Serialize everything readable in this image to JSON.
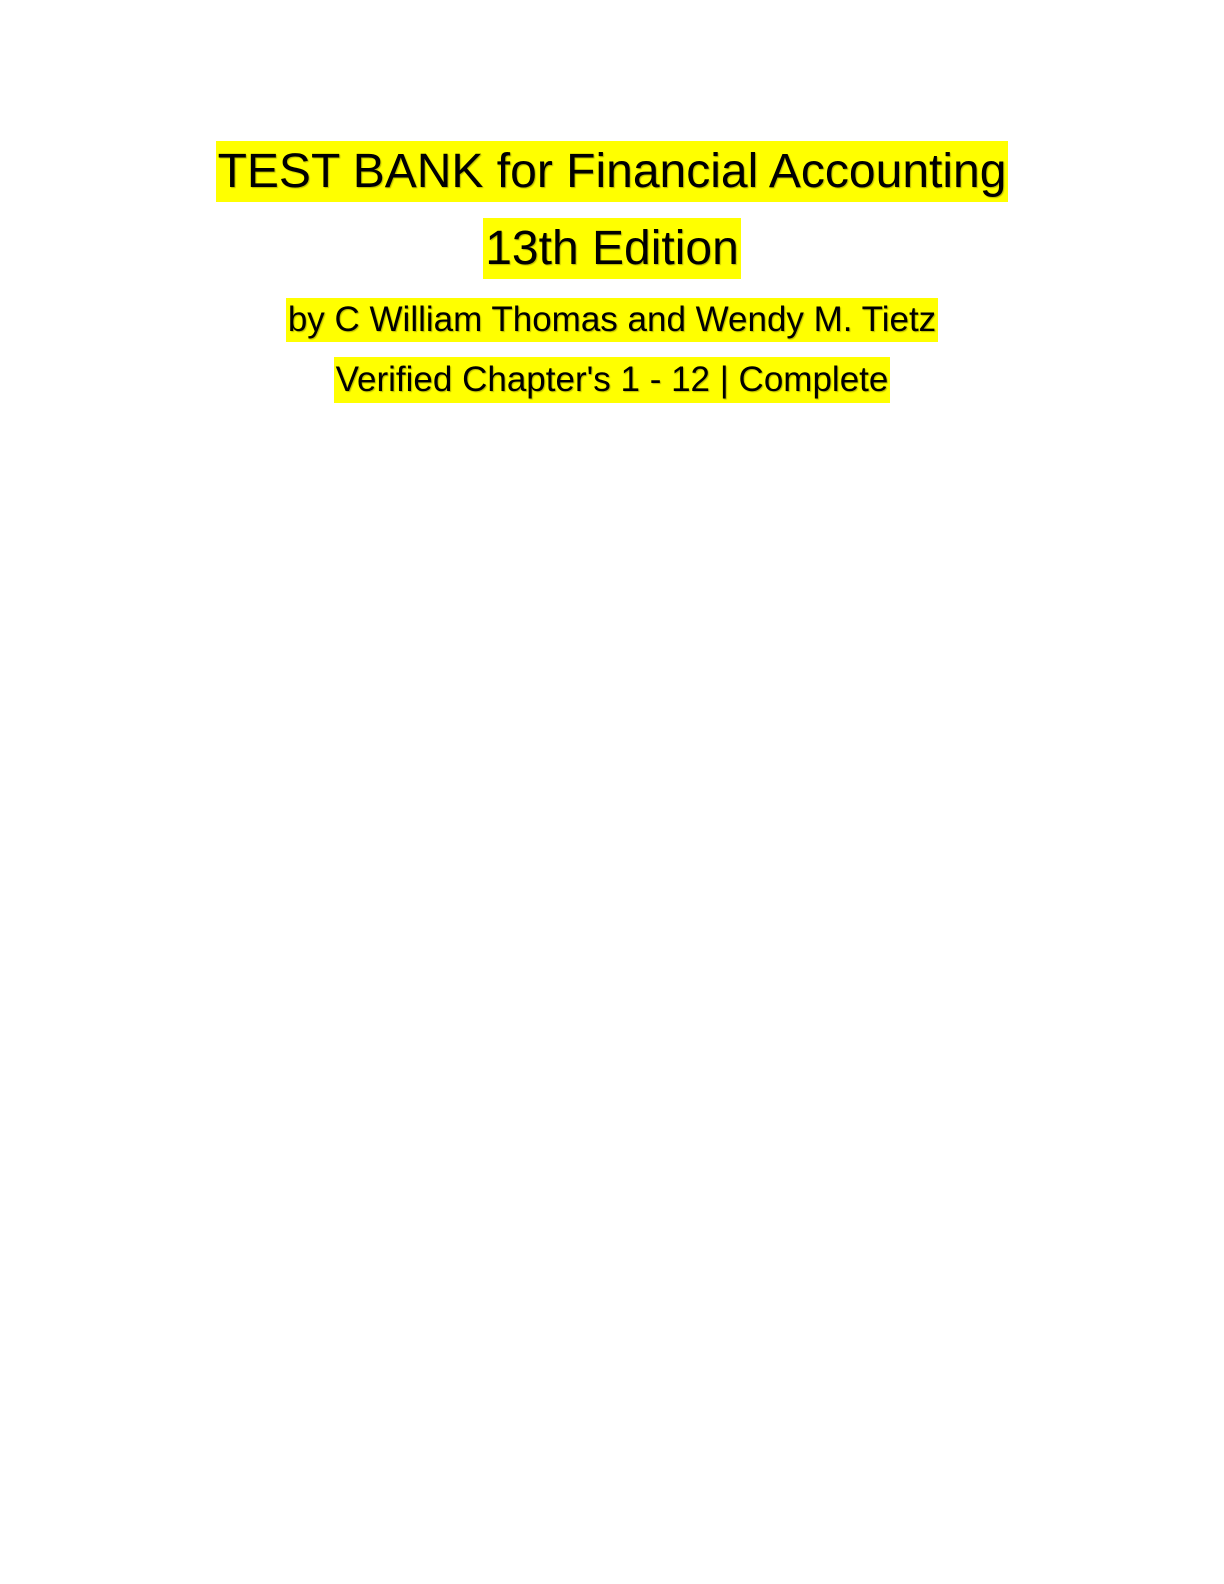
{
  "document": {
    "title_line1": "TEST BANK for Financial Accounting",
    "title_line2": "13th Edition",
    "authors": "by C William Thomas and Wendy M. Tietz",
    "scope": "Verified Chapter's 1 - 12 | Complete"
  },
  "colors": {
    "highlight": "#ffff00",
    "text": "#000000",
    "page": "#ffffff"
  }
}
